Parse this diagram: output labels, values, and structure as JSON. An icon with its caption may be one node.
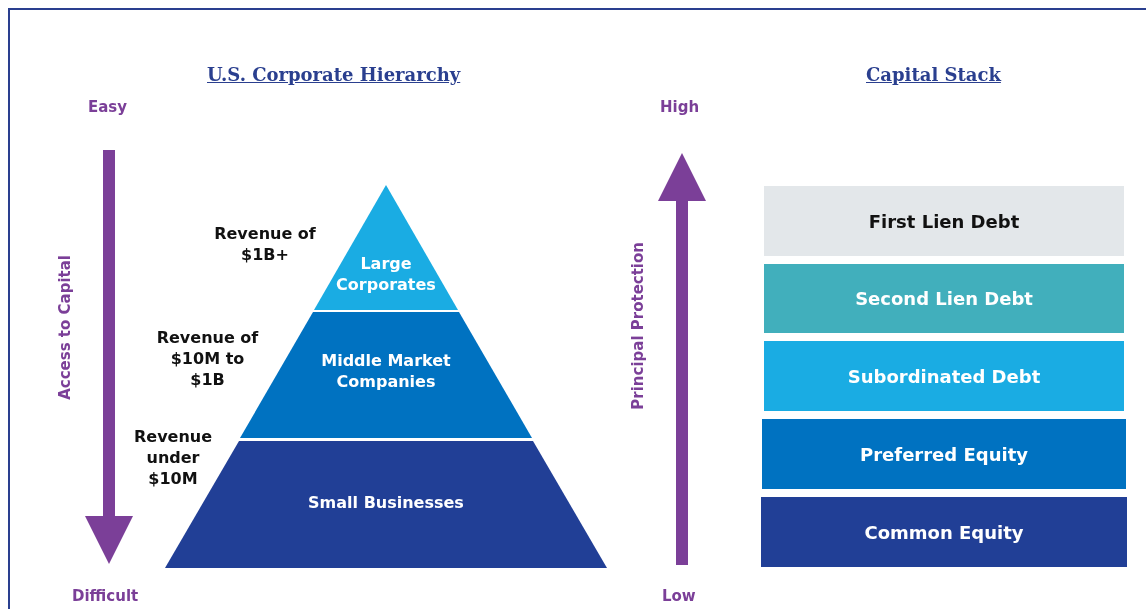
{
  "diagram": {
    "nodes": [
      {
        "text": [
          "Large Corporates"
        ],
        "beside": [
          "Revenue of $1B+"
        ]
      },
      {
        "text": [
          "Middle Market Companies"
        ],
        "beside": [
          "Revenue of $10M to $1B"
        ]
      },
      {
        "text": [
          "Small Businesses"
        ],
        "beside": [
          "Revenue under $10M"
        ]
      },
      {
        "text": [
          "First Lien Debt"
        ]
      },
      {
        "text": [
          "Second Lien Debt"
        ]
      },
      {
        "text": [
          "Subordinated Debt"
        ]
      },
      {
        "text": [
          "Preferred Equity"
        ]
      },
      {
        "text": [
          "Common Equity"
        ]
      }
    ],
    "edges": [],
    "labels": [
      "U.S. Corporate Hierarchy",
      "Capital Stack",
      "Easy",
      "Access to Capital",
      "Difficult",
      "High",
      "Principal Protection",
      "Low"
    ]
  }
}
